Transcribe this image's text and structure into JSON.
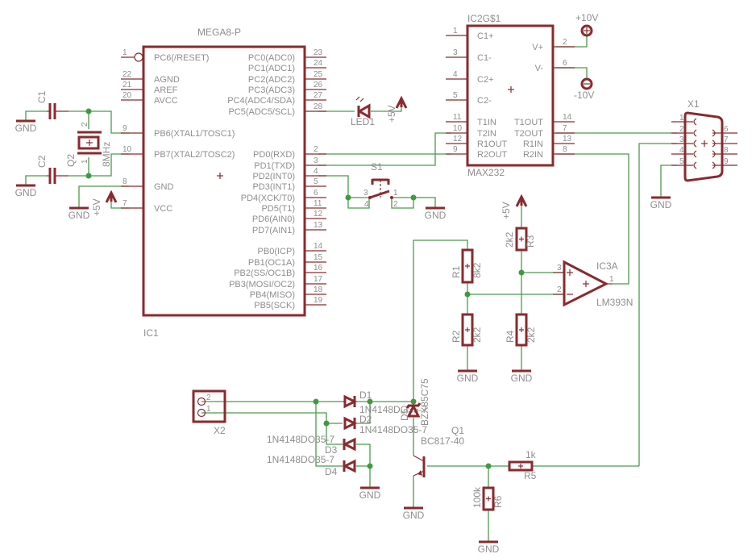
{
  "schematic": {
    "ic1": {
      "name": "IC1",
      "value": "MEGA8-P",
      "left_pins": [
        {
          "num": "1",
          "label": "PC6(/RESET)"
        },
        {
          "num": "22",
          "label": "AGND"
        },
        {
          "num": "21",
          "label": "AREF"
        },
        {
          "num": "20",
          "label": "AVCC"
        },
        {
          "num": "9",
          "label": "PB6(XTAL1/TOSC1)"
        },
        {
          "num": "10",
          "label": "PB7(XTAL2/TOSC2)"
        },
        {
          "num": "8",
          "label": "GND"
        },
        {
          "num": "7",
          "label": "VCC"
        }
      ],
      "right_pins": [
        {
          "num": "23",
          "label": "PC0(ADC0)"
        },
        {
          "num": "24",
          "label": "PC1(ADC1)"
        },
        {
          "num": "25",
          "label": "PC2(ADC2)"
        },
        {
          "num": "26",
          "label": "PC3(ADC3)"
        },
        {
          "num": "27",
          "label": "PC4(ADC4/SDA)"
        },
        {
          "num": "28",
          "label": "PC5(ADC5/SCL)"
        },
        {
          "num": "2",
          "label": "PD0(RXD)"
        },
        {
          "num": "3",
          "label": "PD1(TXD)"
        },
        {
          "num": "4",
          "label": "PD2(INT0)"
        },
        {
          "num": "5",
          "label": "PD3(INT1)"
        },
        {
          "num": "6",
          "label": "PD4(XCK/T0)"
        },
        {
          "num": "11",
          "label": "PD5(T1)"
        },
        {
          "num": "12",
          "label": "PD6(AIN0)"
        },
        {
          "num": "13",
          "label": "PD7(AIN1)"
        },
        {
          "num": "14",
          "label": "PB0(ICP)"
        },
        {
          "num": "15",
          "label": "PB1(OC1A)"
        },
        {
          "num": "16",
          "label": "PB2(SS/OC1B)"
        },
        {
          "num": "17",
          "label": "PB3(MOSI/OC2)"
        },
        {
          "num": "18",
          "label": "PB4(MISO)"
        },
        {
          "num": "19",
          "label": "PB5(SCK)"
        }
      ]
    },
    "ic2": {
      "name": "IC2G$1",
      "value": "MAX232",
      "left_pins": [
        {
          "num": "1",
          "label": "C1+"
        },
        {
          "num": "3",
          "label": "C1-"
        },
        {
          "num": "4",
          "label": "C2+"
        },
        {
          "num": "5",
          "label": "C2-"
        },
        {
          "num": "11",
          "label": "T1IN"
        },
        {
          "num": "10",
          "label": "T2IN"
        },
        {
          "num": "12",
          "label": "R1OUT"
        },
        {
          "num": "9",
          "label": "R2OUT"
        }
      ],
      "right_pins": [
        {
          "num": "2",
          "label": "V+"
        },
        {
          "num": "6",
          "label": "V-"
        },
        {
          "num": "14",
          "label": "T1OUT"
        },
        {
          "num": "7",
          "label": "T2OUT"
        },
        {
          "num": "13",
          "label": "R1IN"
        },
        {
          "num": "8",
          "label": "R2IN"
        }
      ],
      "supply_pos": "+10V",
      "supply_neg": "-10V"
    },
    "ic3": {
      "name": "IC3A",
      "value": "LM393N",
      "pin_plus": "3",
      "pin_minus": "2",
      "pin_out": "1"
    },
    "x1": {
      "name": "X1",
      "pins_left": [
        "1",
        "2",
        "3",
        "4",
        "5"
      ],
      "pins_right": [
        "6",
        "7",
        "8",
        "9"
      ]
    },
    "x2": {
      "name": "X2",
      "pins": [
        "2",
        "1"
      ]
    },
    "q1": {
      "name": "Q1",
      "value": "BC817-40"
    },
    "q2": {
      "name": "Q2",
      "value": "8MHz",
      "pin_top": "2",
      "pin_bottom": "1"
    },
    "c1": {
      "name": "C1"
    },
    "c2": {
      "name": "C2"
    },
    "led1": {
      "name": "LED1"
    },
    "s1": {
      "name": "S1",
      "pins": [
        "3",
        "4",
        "1",
        "2"
      ]
    },
    "resistors": [
      {
        "name": "R1",
        "value": "8k2"
      },
      {
        "name": "R2",
        "value": "2k2"
      },
      {
        "name": "R3",
        "value": "2k2"
      },
      {
        "name": "R4",
        "value": "2k2"
      },
      {
        "name": "R5",
        "value": "1k"
      },
      {
        "name": "R6",
        "value": "100k"
      }
    ],
    "diodes": [
      {
        "name": "D1",
        "value": "1N4148DO35-7"
      },
      {
        "name": "D2",
        "value": "1N4148DO35-7"
      },
      {
        "name": "D3",
        "value": "1N4148DO35-7"
      },
      {
        "name": "D4",
        "value": "1N4148DO35-7"
      },
      {
        "name": "D5",
        "value": "BZX85C75"
      }
    ],
    "labels": {
      "gnd": "GND",
      "vcc": "+5V"
    }
  }
}
